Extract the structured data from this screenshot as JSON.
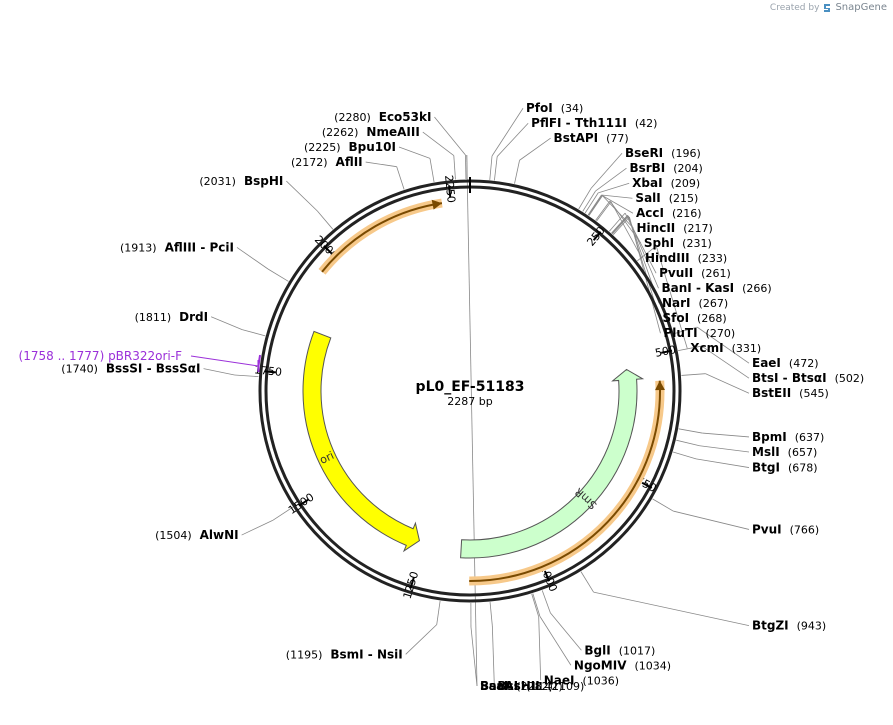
{
  "plasmid": {
    "name": "pL0_EF-51183",
    "length": 2287,
    "length_label": "2287 bp"
  },
  "branding": {
    "created_by": "Created by",
    "product": "SnapGene"
  },
  "ticks": [
    {
      "pos": 250,
      "label": "250"
    },
    {
      "pos": 500,
      "label": "500"
    },
    {
      "pos": 750,
      "label": "750"
    },
    {
      "pos": 1000,
      "label": "1000"
    },
    {
      "pos": 1250,
      "label": "1250"
    },
    {
      "pos": 1500,
      "label": "1500"
    },
    {
      "pos": 1750,
      "label": "1750"
    },
    {
      "pos": 2000,
      "label": "2000"
    },
    {
      "pos": 2250,
      "label": "2250"
    }
  ],
  "features": [
    {
      "name": "SmR",
      "start": 522,
      "end": 1164,
      "direction": "reverse",
      "color": "#ccffcc",
      "stroke": "#555555"
    },
    {
      "name": "ori",
      "start": 1262,
      "end": 1848,
      "direction": "reverse",
      "color": "#ffff00",
      "stroke": "#555555"
    }
  ],
  "orfs": [
    {
      "start": 1962,
      "end": 2233,
      "direction": "forward"
    },
    {
      "start": 552,
      "end": 1145,
      "direction": "reverse"
    }
  ],
  "primers": [
    {
      "label": "pBR322ori-F",
      "range": "(1758 .. 1777)",
      "start": 1758,
      "end": 1777,
      "color": "#9b30d9"
    }
  ],
  "sites": [
    {
      "name": "SacI",
      "pos": 2282,
      "pos_label": "(2282)",
      "side": "right"
    },
    {
      "name": "Eco53kI",
      "pos": 2280,
      "pos_label": "(2280)",
      "side": "left"
    },
    {
      "name": "NmeAIII",
      "pos": 2262,
      "pos_label": "(2262)",
      "side": "left"
    },
    {
      "name": "Bpu10I",
      "pos": 2225,
      "pos_label": "(2225)",
      "side": "left"
    },
    {
      "name": "AflII",
      "pos": 2172,
      "pos_label": "(2172)",
      "side": "left"
    },
    {
      "name": "BspHI",
      "pos": 2031,
      "pos_label": "(2031)",
      "side": "left"
    },
    {
      "name": "AflIII - PciI",
      "pos": 1913,
      "pos_label": "(1913)",
      "side": "left"
    },
    {
      "name": "DrdI",
      "pos": 1811,
      "pos_label": "(1811)",
      "side": "left"
    },
    {
      "name": "BssSI - BssSαI",
      "pos": 1740,
      "pos_label": "(1740)",
      "side": "left"
    },
    {
      "name": "AlwNI",
      "pos": 1504,
      "pos_label": "(1504)",
      "side": "left"
    },
    {
      "name": "BsmI - NsiI",
      "pos": 1195,
      "pos_label": "(1195)",
      "side": "left"
    },
    {
      "name": "BsaAI",
      "pos": 1142,
      "pos_label": "(1142)",
      "side": "right"
    },
    {
      "name": "BssHII",
      "pos": 1109,
      "pos_label": "(1109)",
      "side": "right"
    },
    {
      "name": "NaeI",
      "pos": 1036,
      "pos_label": "(1036)",
      "side": "right"
    },
    {
      "name": "NgoMIV",
      "pos": 1034,
      "pos_label": "(1034)",
      "side": "right"
    },
    {
      "name": "BglI",
      "pos": 1017,
      "pos_label": "(1017)",
      "side": "right"
    },
    {
      "name": "BtgZI",
      "pos": 943,
      "pos_label": "(943)",
      "side": "right"
    },
    {
      "name": "PvuI",
      "pos": 766,
      "pos_label": "(766)",
      "side": "right"
    },
    {
      "name": "BtgI",
      "pos": 678,
      "pos_label": "(678)",
      "side": "right"
    },
    {
      "name": "MslI",
      "pos": 657,
      "pos_label": "(657)",
      "side": "right"
    },
    {
      "name": "BpmI",
      "pos": 637,
      "pos_label": "(637)",
      "side": "right"
    },
    {
      "name": "BstEII",
      "pos": 545,
      "pos_label": "(545)",
      "side": "right"
    },
    {
      "name": "BtsI - BtsαI",
      "pos": 502,
      "pos_label": "(502)",
      "side": "right"
    },
    {
      "name": "EaeI",
      "pos": 472,
      "pos_label": "(472)",
      "side": "right"
    },
    {
      "name": "XcmI",
      "pos": 331,
      "pos_label": "(331)",
      "side": "right"
    },
    {
      "name": "PluTI",
      "pos": 270,
      "pos_label": "(270)",
      "side": "right"
    },
    {
      "name": "SfoI",
      "pos": 268,
      "pos_label": "(268)",
      "side": "right"
    },
    {
      "name": "NarI",
      "pos": 267,
      "pos_label": "(267)",
      "side": "right"
    },
    {
      "name": "BanI - KasI",
      "pos": 266,
      "pos_label": "(266)",
      "side": "right"
    },
    {
      "name": "PvuII",
      "pos": 261,
      "pos_label": "(261)",
      "side": "right"
    },
    {
      "name": "HindIII",
      "pos": 233,
      "pos_label": "(233)",
      "side": "right"
    },
    {
      "name": "SphI",
      "pos": 231,
      "pos_label": "(231)",
      "side": "right"
    },
    {
      "name": "HincII",
      "pos": 217,
      "pos_label": "(217)",
      "side": "right"
    },
    {
      "name": "AccI",
      "pos": 216,
      "pos_label": "(216)",
      "side": "right"
    },
    {
      "name": "SalI",
      "pos": 215,
      "pos_label": "(215)",
      "side": "right"
    },
    {
      "name": "XbaI",
      "pos": 209,
      "pos_label": "(209)",
      "side": "right"
    },
    {
      "name": "BsrBI",
      "pos": 204,
      "pos_label": "(204)",
      "side": "right"
    },
    {
      "name": "BseRI",
      "pos": 196,
      "pos_label": "(196)",
      "side": "right"
    },
    {
      "name": "BstAPI",
      "pos": 77,
      "pos_label": "(77)",
      "side": "right"
    },
    {
      "name": "PflFI - Tth111I",
      "pos": 42,
      "pos_label": "(42)",
      "side": "right"
    },
    {
      "name": "PfoI",
      "pos": 34,
      "pos_label": "(34)",
      "side": "right"
    }
  ]
}
